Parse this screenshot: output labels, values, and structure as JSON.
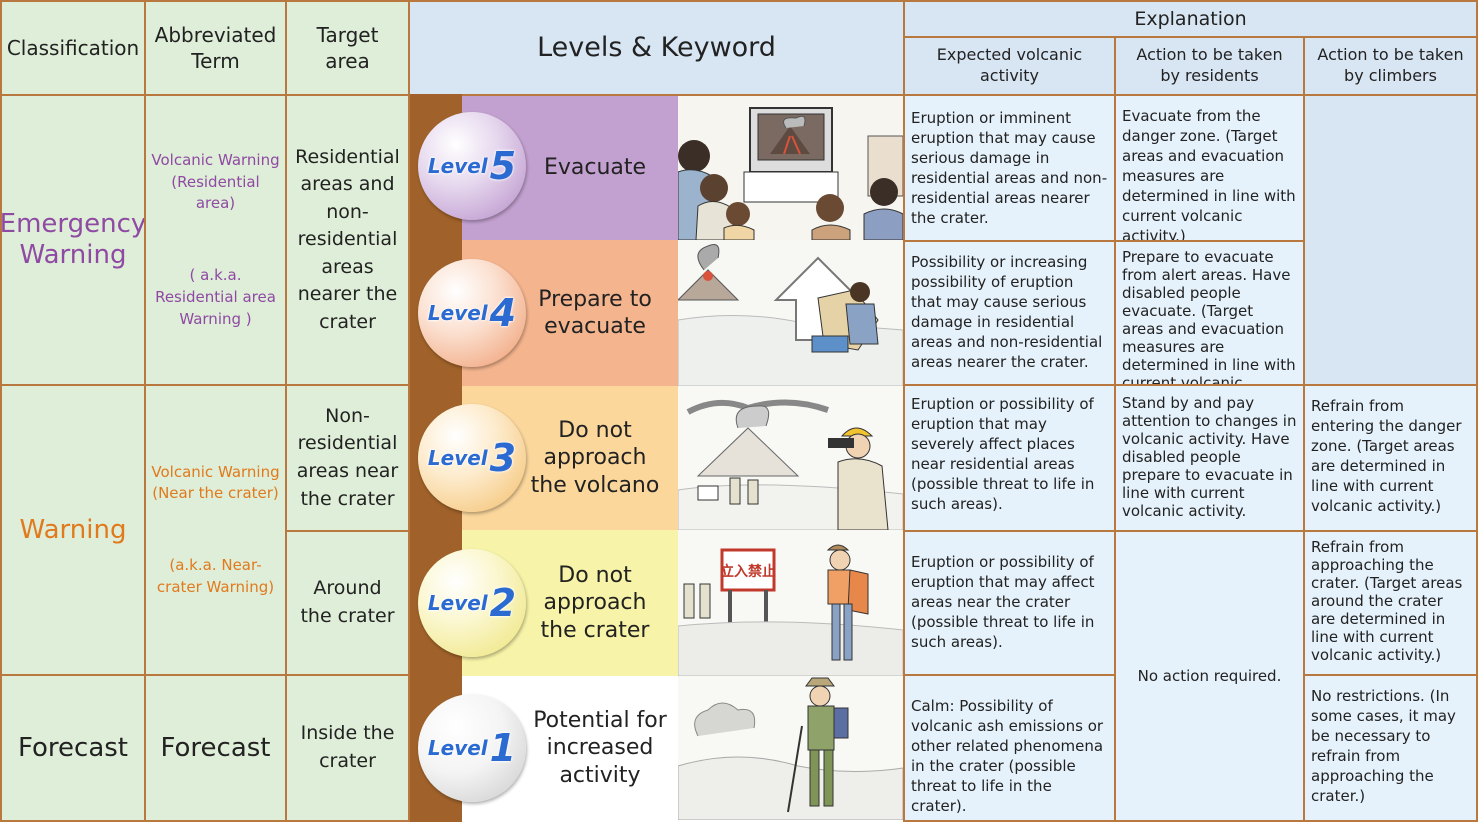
{
  "header": {
    "classification": "Classification",
    "abbreviated_term": "Abbreviated Term",
    "target_area": "Target area",
    "levels_keyword": "Levels & Keyword",
    "explanation": "Explanation",
    "expected_activity": "Expected volcanic activity",
    "action_residents": "Action to be taken by residents",
    "action_climbers": "Action to be taken by climbers"
  },
  "classification": {
    "emergency": "Emergency Warning",
    "warning": "Warning",
    "forecast": "Forecast"
  },
  "abbreviated": {
    "emergency_main": "Volcanic Warning (Residential area)",
    "emergency_aka": "( a.k.a. Residential area Warning )",
    "warning_main": "Volcanic Warning (Near the crater)",
    "warning_aka": "(a.k.a. Near-crater Warning)",
    "forecast": "Forecast"
  },
  "target": {
    "emergency": "Residential areas and non-residential areas nearer the crater",
    "warning_l3": "Non-residential areas near the crater",
    "warning_l2": "Around the crater",
    "forecast": "Inside the crater"
  },
  "levels": [
    {
      "word": "Level",
      "num": "5",
      "keyword": "Evacuate",
      "color": "#c2a0cf"
    },
    {
      "word": "Level",
      "num": "4",
      "keyword": "Prepare to evacuate",
      "color": "#f4b48e"
    },
    {
      "word": "Level",
      "num": "3",
      "keyword": "Do not approach the volcano",
      "color": "#fbd79c"
    },
    {
      "word": "Level",
      "num": "2",
      "keyword": "Do not approach the crater",
      "color": "#f7f3a8"
    },
    {
      "word": "Level",
      "num": "1",
      "keyword": "Potential for increased activity",
      "color": "#ffffff"
    }
  ],
  "sign_text": "立入禁止",
  "expected": [
    "Eruption or imminent eruption that may cause serious damage in residential areas and non-residential areas nearer the crater.",
    "Possibility or increasing possibility of eruption that may cause serious damage in residential areas and non-residential areas nearer the crater.",
    "Eruption or possibility of eruption that may severely affect places near residential areas (possible threat to life in such areas).",
    "Eruption or possibility of eruption that may affect areas near the crater (possible threat to life in such areas).",
    "Calm: Possibility of volcanic ash emissions or other related phenomena in the crater (possible threat to life in the crater)."
  ],
  "residents": [
    "Evacuate from the danger zone. (Target areas and evacuation measures are determined in line with current volcanic activity.)",
    "Prepare to evacuate from alert areas. Have disabled people evacuate. (Target areas and evacuation measures are determined in line with current volcanic activity.)",
    "Stand by and pay attention to changes in volcanic activity. Have disabled people prepare to evacuate in line with current volcanic activity.",
    "No action required."
  ],
  "climbers": [
    "Refrain from entering the danger zone. (Target areas are determined in line with current volcanic activity.)",
    "Refrain from approaching the crater. (Target areas around the crater are determined in line with current volcanic activity.)",
    "No restrictions. (In some cases, it may be necessary to refrain from approaching the crater.)"
  ],
  "colors": {
    "border": "#b9793e",
    "header_green": "#dfeed8",
    "header_blue": "#d8e6f4",
    "cell_blue": "#e6f2fb",
    "emergency_purple": "#8f4aa3",
    "warning_orange": "#e07a1c",
    "level_blue": "#2b6ad1"
  }
}
